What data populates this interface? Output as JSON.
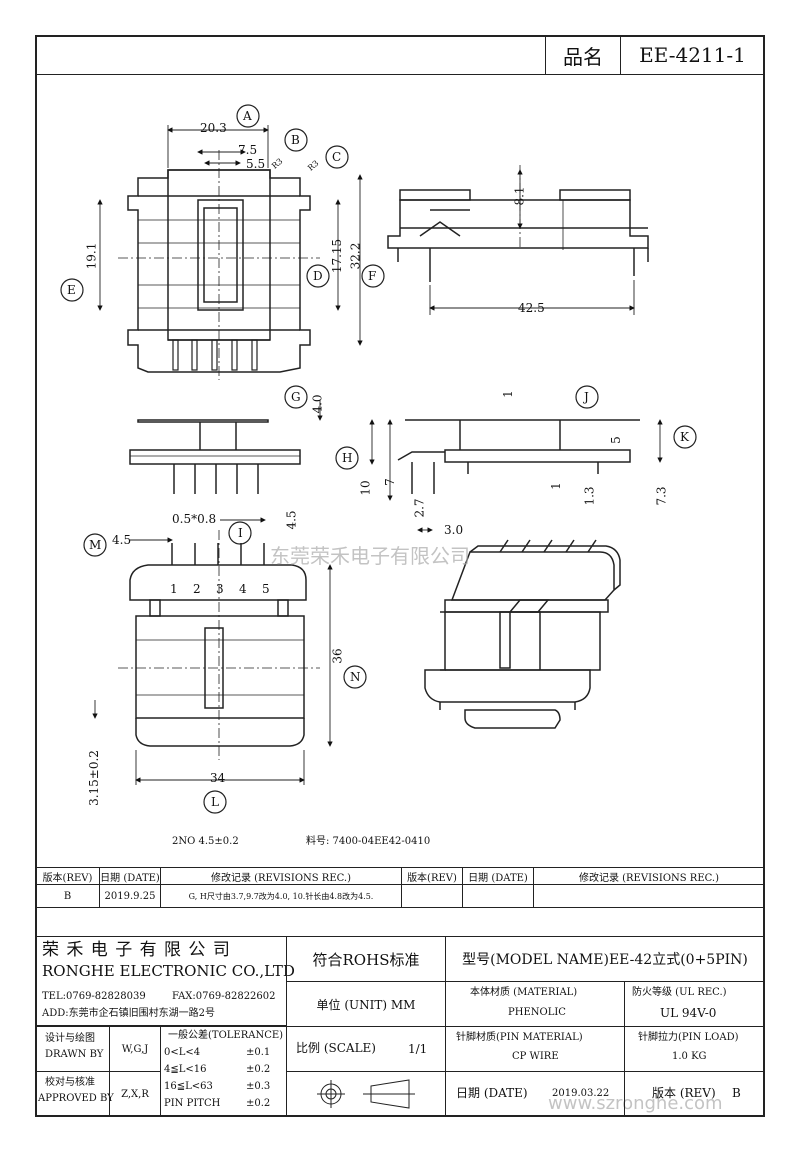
{
  "header": {
    "label": "品名",
    "value": "EE-4211-1"
  },
  "dims": {
    "a": "20.3",
    "b": "7.5",
    "c": "5.5",
    "r1": "R3",
    "r2": "R3",
    "d": "8.1",
    "e": "19.1",
    "f": "17.15",
    "g": "32.2",
    "h": "42.5",
    "i": "4.0",
    "j": "1",
    "k": "10",
    "l": "7",
    "m": "2.7",
    "n": "5",
    "o": "1",
    "p": "1.3",
    "q": "7.3",
    "r": "0.5*0.8",
    "s": "4.5",
    "t": "3.0",
    "u": "4.5",
    "v": "36",
    "w": "34",
    "x": "3.15±0.2"
  },
  "callouts": [
    "A",
    "B",
    "C",
    "D",
    "E",
    "F",
    "G",
    "H",
    "I",
    "J",
    "K",
    "L",
    "M",
    "N"
  ],
  "pins": [
    "1",
    "2",
    "3",
    "4",
    "5"
  ],
  "notes": {
    "n1": "2NO 4.5±0.2",
    "n2": "料号: 7400-04EE42-0410"
  },
  "rev": {
    "h1": "版本(REV)",
    "h2": "日期 (DATE)",
    "h3": "修改记录 (REVISIONS REC.)",
    "h4": "版本(REV)",
    "h5": "日期 (DATE)",
    "h6": "修改记录 (REVISIONS REC.)",
    "r": "B",
    "d": "2019.9.25",
    "c": "G, H尺寸由3.7,9.7改为4.0, 10.针长由4.8改为4.5."
  },
  "title": {
    "cn": "荣 禾 电 子 有 限 公 司",
    "en": "RONGHE ELECTRONIC CO.,LTD",
    "tel": "TEL:0769-82828039",
    "fax": "FAX:0769-82822602",
    "addr": "ADD:东莞市企石镇旧围村东湖一路2号",
    "rohs": "符合ROHS标准",
    "model": "型号(MODEL NAME)EE-42立式(0+5PIN)",
    "unit": "单位 (UNIT)  MM",
    "mat_label": "本体材质 (MATERIAL)",
    "mat": "PHENOLIC",
    "ul_label": "防火等级 (UL REC.)",
    "ul": "UL 94V-0",
    "drawn_label": "设计与绘图",
    "drawn_en": "DRAWN BY",
    "drawn": "W,G,J",
    "tol_label": "一般公差(TOLERANCE)",
    "tol": [
      [
        "0<L<4",
        "±0.1"
      ],
      [
        "4≦L<16",
        "±0.2"
      ],
      [
        "16≦L<63",
        "±0.3"
      ],
      [
        "PIN PITCH",
        "±0.2"
      ]
    ],
    "scale_label": "比例  (SCALE)",
    "scale": "1/1",
    "pinmat_label": "针脚材质(PIN MATERIAL)",
    "pinmat": "CP WIRE",
    "pinload_label": "针脚拉力(PIN LOAD)",
    "pinload": "1.0 KG",
    "appr_label": "校对与核准",
    "appr_en": "APPROVED BY",
    "appr": "Z,X,R",
    "date_label": "日期 (DATE)",
    "date": "2019.03.22",
    "ver_label": "版本 (REV)",
    "ver": "B"
  },
  "watermark": {
    "w1": "东莞荣禾电子有限公司",
    "w2": "www.szronghe.com"
  }
}
